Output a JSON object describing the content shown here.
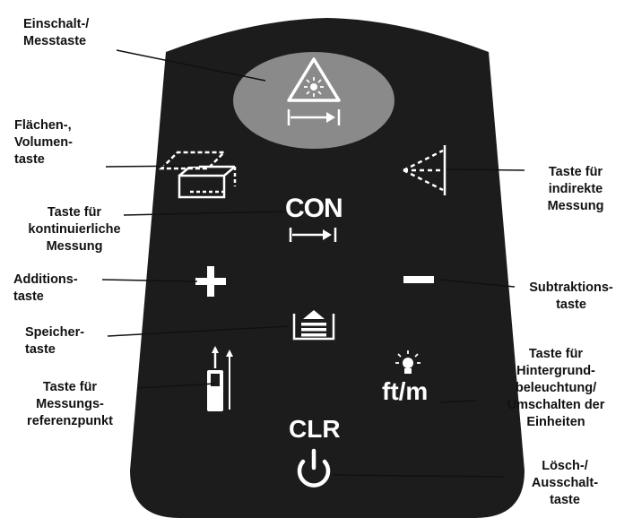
{
  "keypad": {
    "body_color": "#1c1c1c",
    "measure_button_color": "#8a8a8a",
    "key_color": "#ffffff",
    "keys": {
      "con": "CON",
      "units": "ft/m",
      "clr": "CLR"
    }
  },
  "callouts": {
    "power_measure": {
      "lines": [
        "Einschalt-/",
        "Messtaste"
      ]
    },
    "area_volume": {
      "lines": [
        "Flächen-,",
        "Volumen-",
        "taste"
      ]
    },
    "continuous": {
      "lines": [
        "Taste für",
        "kontinuierliche",
        "Messung"
      ]
    },
    "addition": {
      "lines": [
        "Additions-",
        "taste"
      ]
    },
    "memory": {
      "lines": [
        "Speicher-",
        "taste"
      ]
    },
    "reference": {
      "lines": [
        "Taste für",
        "Messungs-",
        "referenzpunkt"
      ]
    },
    "indirect": {
      "lines": [
        "Taste für",
        "indirekte",
        "Messung"
      ]
    },
    "subtraction": {
      "lines": [
        "Subtraktions-",
        "taste"
      ]
    },
    "backlight_units": {
      "lines": [
        "Taste für",
        "Hintergrund-",
        "beleuchtung/",
        "Umschalten der",
        "Einheiten"
      ]
    },
    "clear_off": {
      "lines": [
        "Lösch-/",
        "Ausschalt-",
        "taste"
      ]
    }
  }
}
